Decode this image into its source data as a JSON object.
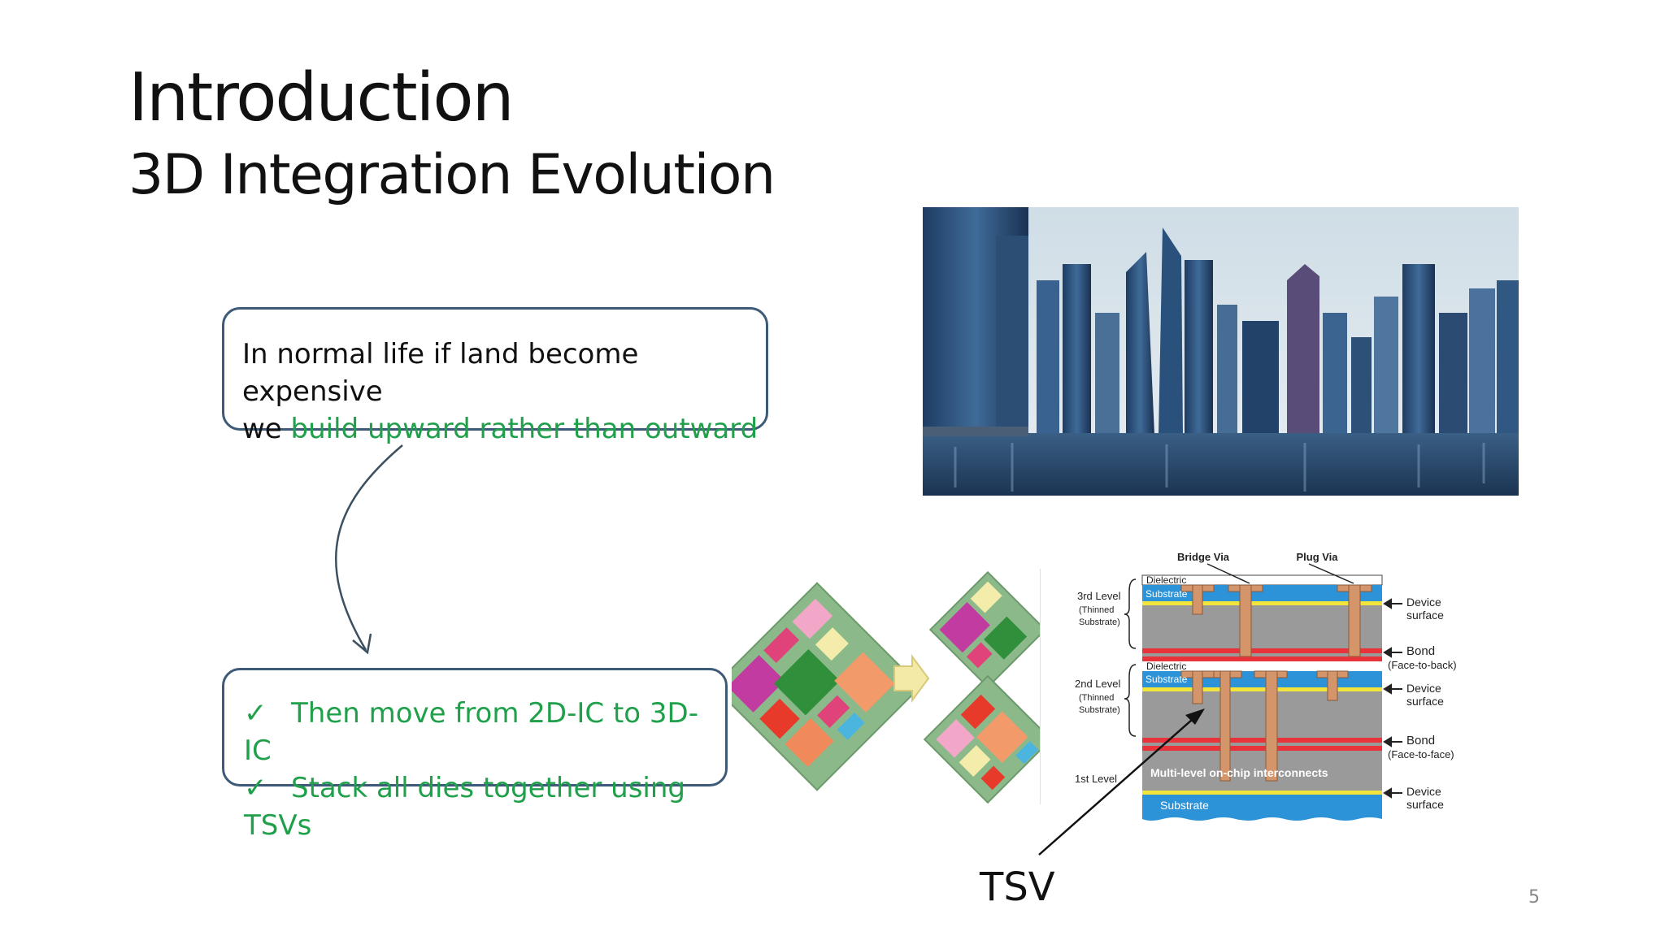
{
  "slide": {
    "title": "Introduction",
    "subtitle": "3D Integration Evolution",
    "page_number": "5"
  },
  "box1": {
    "line1": "In normal life if land become expensive",
    "line2_prefix": "we ",
    "line2_highlight": "build upward rather than outward"
  },
  "box2": {
    "items": [
      {
        "check": "✓",
        "text": "Then move from 2D-IC to 3D-IC"
      },
      {
        "check": "✓",
        "text": "Stack all dies together using TSVs"
      }
    ]
  },
  "diagram": {
    "bridge_via": "Bridge Via",
    "plug_via": "Plug Via",
    "dielectric": "Dielectric",
    "substrate": "Substrate",
    "level3_a": "3rd Level",
    "level3_b": "(Thinned",
    "level3_c": "Substrate)",
    "level2_a": "2nd Level",
    "level2_b": "(Thinned",
    "level2_c": "Substrate)",
    "level1": "1st Level",
    "device": "Device",
    "surface": "surface",
    "bond": "Bond",
    "face_to_back": "(Face-to-back)",
    "face_to_face": "(Face-to-face)",
    "interconnects": "Multi-level on-chip interconnects",
    "tsv": "TSV"
  },
  "colors": {
    "accent_green": "#20a04b",
    "box_border": "#3d5a78"
  }
}
